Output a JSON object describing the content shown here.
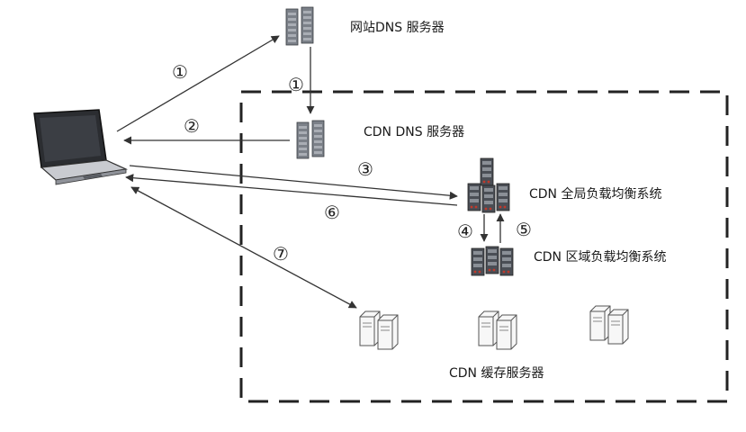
{
  "labels": {
    "site_dns": "网站DNS 服务器",
    "cdn_dns": "CDN DNS 服务器",
    "global_lb": "CDN  全局负载均衡系统",
    "regional_lb": "CDN  区域负载均衡系统",
    "cache": "CDN  缓存服务器"
  },
  "steps": {
    "s1a": "①",
    "s1b": "①",
    "s2": "②",
    "s3": "③",
    "s4": "④",
    "s5": "⑤",
    "s6": "⑥",
    "s7": "⑦"
  },
  "colors": {
    "server_dark": "#6b7280",
    "server_light": "#c9ccd2",
    "line": "#333333"
  }
}
